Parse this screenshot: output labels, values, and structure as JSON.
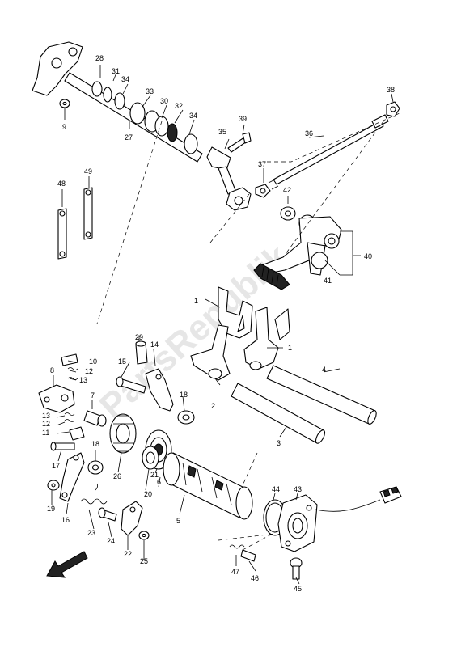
{
  "watermark": "PartsRepublik",
  "callouts": [
    {
      "id": "c1a",
      "text": "1"
    },
    {
      "id": "c1b",
      "text": "1"
    },
    {
      "id": "c2",
      "text": "2"
    },
    {
      "id": "c3",
      "text": "3"
    },
    {
      "id": "c4",
      "text": "4"
    },
    {
      "id": "c5",
      "text": "5"
    },
    {
      "id": "c6",
      "text": "6"
    },
    {
      "id": "c7",
      "text": "7"
    },
    {
      "id": "c8",
      "text": "8"
    },
    {
      "id": "c9",
      "text": "9"
    },
    {
      "id": "c10",
      "text": "10"
    },
    {
      "id": "c11",
      "text": "11"
    },
    {
      "id": "c12a",
      "text": "12"
    },
    {
      "id": "c12b",
      "text": "12"
    },
    {
      "id": "c13a",
      "text": "13"
    },
    {
      "id": "c13b",
      "text": "13"
    },
    {
      "id": "c14",
      "text": "14"
    },
    {
      "id": "c15",
      "text": "15"
    },
    {
      "id": "c16",
      "text": "16"
    },
    {
      "id": "c17",
      "text": "17"
    },
    {
      "id": "c18a",
      "text": "18"
    },
    {
      "id": "c18b",
      "text": "18"
    },
    {
      "id": "c19",
      "text": "19"
    },
    {
      "id": "c20",
      "text": "20"
    },
    {
      "id": "c21",
      "text": "21"
    },
    {
      "id": "c22",
      "text": "22"
    },
    {
      "id": "c23",
      "text": "23"
    },
    {
      "id": "c24",
      "text": "24"
    },
    {
      "id": "c25",
      "text": "25"
    },
    {
      "id": "c26",
      "text": "26"
    },
    {
      "id": "c27",
      "text": "27"
    },
    {
      "id": "c28",
      "text": "28"
    },
    {
      "id": "c29",
      "text": "29"
    },
    {
      "id": "c30",
      "text": "30"
    },
    {
      "id": "c31",
      "text": "31"
    },
    {
      "id": "c32",
      "text": "32"
    },
    {
      "id": "c33",
      "text": "33"
    },
    {
      "id": "c34a",
      "text": "34"
    },
    {
      "id": "c34b",
      "text": "34"
    },
    {
      "id": "c35",
      "text": "35"
    },
    {
      "id": "c36",
      "text": "36"
    },
    {
      "id": "c37",
      "text": "37"
    },
    {
      "id": "c38",
      "text": "38"
    },
    {
      "id": "c39",
      "text": "39"
    },
    {
      "id": "c40",
      "text": "40"
    },
    {
      "id": "c41",
      "text": "41"
    },
    {
      "id": "c42",
      "text": "42"
    },
    {
      "id": "c43",
      "text": "43"
    },
    {
      "id": "c44",
      "text": "44"
    },
    {
      "id": "c45",
      "text": "45"
    },
    {
      "id": "c46",
      "text": "46"
    },
    {
      "id": "c47",
      "text": "47"
    },
    {
      "id": "c48",
      "text": "48"
    },
    {
      "id": "c49",
      "text": "49"
    }
  ]
}
